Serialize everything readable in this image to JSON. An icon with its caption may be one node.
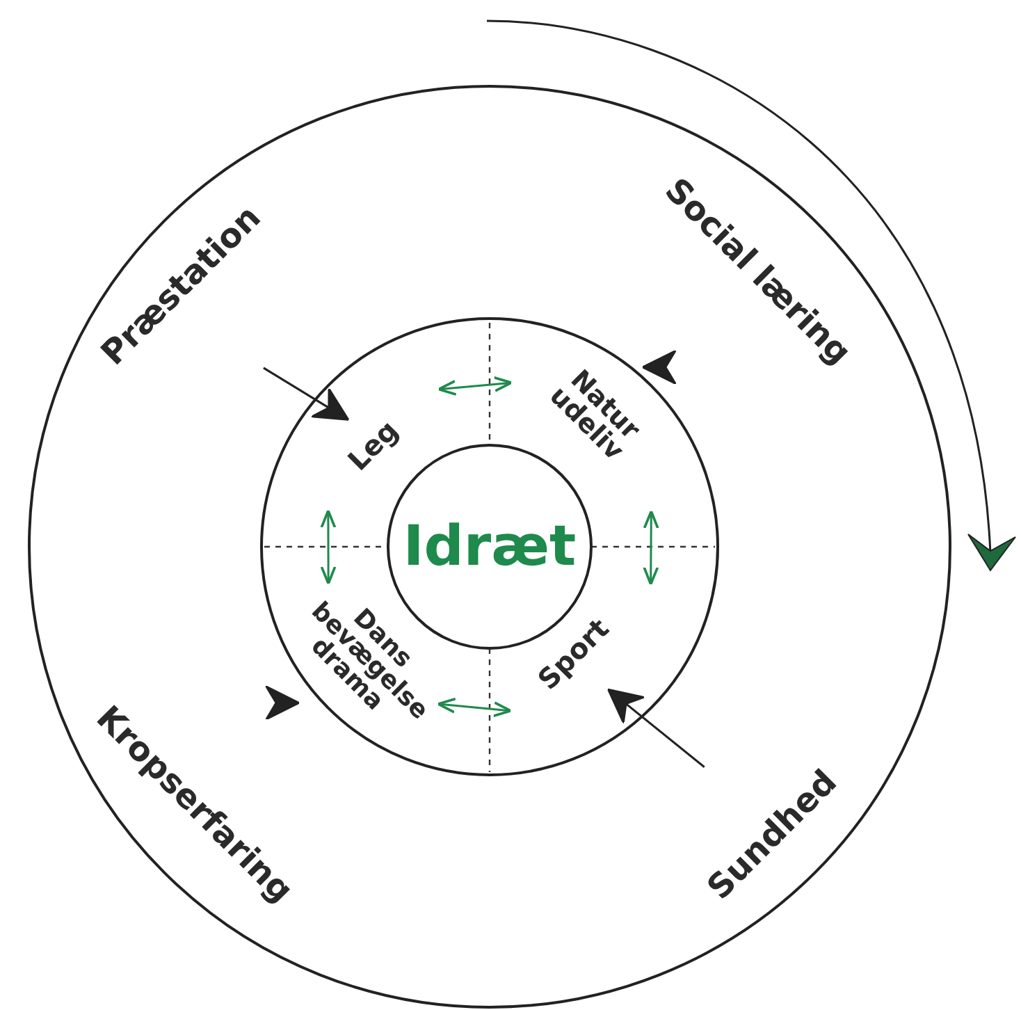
{
  "diagram": {
    "nodes": [
      {
        "text": [],
        "shape": "circle"
      },
      {
        "text": [
          "Præstation"
        ],
        "in": 0
      },
      {
        "text": [
          "Social læring"
        ],
        "in": 0
      },
      {
        "text": [
          "Kropserfaring"
        ],
        "in": 0
      },
      {
        "text": [
          "Sundhed"
        ],
        "in": 0
      },
      {
        "text": [],
        "shape": "circle",
        "in": 0
      },
      {
        "text": [
          "Leg"
        ],
        "in": 5
      },
      {
        "text": [
          "Natur udeliv"
        ],
        "in": 5
      },
      {
        "text": [
          "Dans bevægelse drama"
        ],
        "in": 5
      },
      {
        "text": [
          "Sport"
        ],
        "in": 5
      },
      {
        "text": [
          "Idræt"
        ],
        "in": 5
      }
    ],
    "edges": [
      {
        "from": 1,
        "to": 6,
        "arrow": "to"
      },
      {
        "from": 2,
        "to": 7,
        "arrow": "to"
      },
      {
        "from": 3,
        "to": 8,
        "arrow": "to"
      },
      {
        "from": 4,
        "to": 9,
        "arrow": "to"
      },
      {
        "from": 6,
        "to": 7,
        "arrow": "both",
        "color": "#1e8a4c"
      },
      {
        "from": 7,
        "to": 9,
        "arrow": "both",
        "color": "#1e8a4c"
      },
      {
        "from": 9,
        "to": 8,
        "arrow": "both",
        "color": "#1e8a4c"
      },
      {
        "from": 8,
        "to": 6,
        "arrow": "both",
        "color": "#1e8a4c"
      }
    ]
  }
}
